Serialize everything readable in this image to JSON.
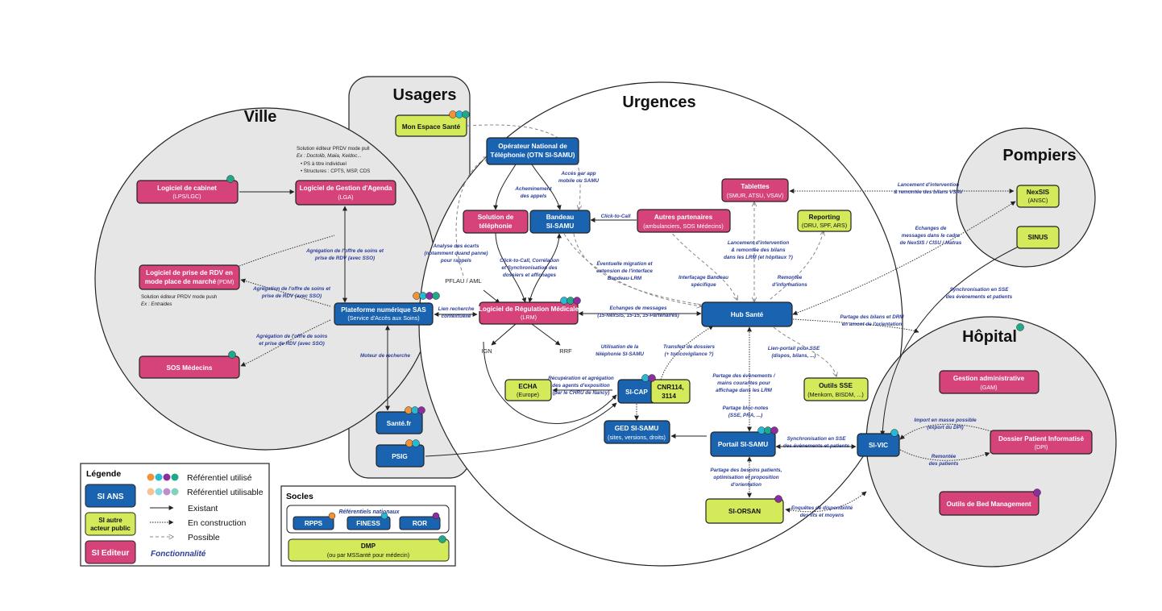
{
  "zones": {
    "ville": "Ville",
    "usagers": "Usagers",
    "urgences": "Urgences",
    "pompiers": "Pompiers",
    "hopital": "Hôpital"
  },
  "colors": {
    "ans": "#1a63b0",
    "public": "#d5ea5a",
    "editeur": "#d6437a",
    "zone_fill": "#e6e6e6",
    "fonction_text": "#2c3e99",
    "dot_orange": "#f0923a",
    "dot_teal": "#1fa98a",
    "dot_cyan": "#27b9d1",
    "dot_purple": "#8b2fa0"
  },
  "nodes": {
    "mon_espace_sante": {
      "title": "Mon Espace Santé"
    },
    "operateur": {
      "title": "Opérateur National de",
      "title2": "Téléphonie (OTN SI-SAMU)"
    },
    "logiciel_cabinet": {
      "title": "Logiciel de cabinet",
      "sub": "(LPS/LGC)"
    },
    "lga": {
      "title": "Logiciel de Gestion d'Agenda",
      "sub": "(LGA)"
    },
    "pdm": {
      "title": "Logiciel de prise de RDV en",
      "title2": "mode place de marché",
      "sub": "(PDM)"
    },
    "sos_medecins": {
      "title": "SOS Médecins"
    },
    "plateforme_sas": {
      "title": "Plateforme numérique SAS",
      "sub": "(Service d'Accès aux Soins)"
    },
    "sante_fr": {
      "title": "Santé.fr"
    },
    "psig": {
      "title": "PSIG"
    },
    "solution_telephonie": {
      "title": "Solution de",
      "title2": "téléphonie"
    },
    "bandeau": {
      "title": "Bandeau",
      "title2": "SI-SAMU"
    },
    "autres_partenaires": {
      "title": "Autres partenaires",
      "sub": "(ambulanciers, SOS Médecins)"
    },
    "lrm": {
      "title": "Logiciel de Régulation Médicale",
      "sub": "(LRM)"
    },
    "tablettes": {
      "title": "Tablettes",
      "sub": "(SMUR, ATSU, VSAV)"
    },
    "reporting": {
      "title": "Reporting",
      "sub": "(ORU, SPF, ARS)"
    },
    "hub_sante": {
      "title": "Hub Santé"
    },
    "echa": {
      "title": "ECHA",
      "sub": "(Europe)"
    },
    "si_cap": {
      "title": "SI-CAP"
    },
    "cnr": {
      "title": "CNR114,",
      "title2": "3114"
    },
    "ged": {
      "title": "GED SI-SAMU",
      "sub": "(sites, versions, droits)"
    },
    "portail": {
      "title": "Portail SI-SAMU"
    },
    "outils_sse": {
      "title": "Outils SSE",
      "sub": "(Menkorn, BISDM, ...)"
    },
    "si_orsan": {
      "title": "SI-ORSAN"
    },
    "si_vic": {
      "title": "SI-VIC"
    },
    "nexsis": {
      "title": "NexSIS",
      "sub": "(ANSC)"
    },
    "sinus": {
      "title": "SINUS"
    },
    "gam": {
      "title": "Gestion administrative",
      "sub": "(GAM)"
    },
    "dpi": {
      "title": "Dossier Patient Informatisé",
      "sub": "(DPI)"
    },
    "bed": {
      "title": "Outils de Bed Management"
    }
  },
  "plain_labels": {
    "pflau": "PFLAU / AML",
    "ign": "IGN",
    "rrf": "RRF"
  },
  "notes": {
    "lga_pull_1": "Solution éditeur PRDV mode pull",
    "lga_pull_2": "Ex : Doctolib, Maiia, Keldoc...",
    "lga_pull_3": "•   PS à titre individuel",
    "lga_pull_4": "•   Structures : CPTS, MSP,  CDS",
    "pdm_push_1": "Solution éditeur PRDV mode push",
    "pdm_push_2": "Ex : Entraides"
  },
  "flows": {
    "f1a": "Agrégation de l'offre de soins et",
    "f1b": "prise de RDV (avec SSO)",
    "f2a": "Agrégation de l'offre de soins et",
    "f2b": "prise de RDV (avec SSO)",
    "f3a": "Agrégation de l'offre de soins",
    "f3b": "et prise de RDV (avec SSO)",
    "f4": "Moteur de recherche",
    "f5a": "Lien recherche",
    "f5b": "contextuelle",
    "f6a": "Acheminement",
    "f6b": "des appels",
    "f7a": "Accès par app",
    "f7b": "mobile ou SAMU",
    "f8a": "Analyse des écarts",
    "f8b": "(notamment quand panne)",
    "f8c": "pour rappels",
    "f9a": "Click-to-Call, Corrélation",
    "f9b": "et Synchronisation des",
    "f9c": "dossiers et affichages",
    "f10": "Click-to-Call",
    "f11a": "Éventuelle migration et",
    "f11b": "extension de l'interface",
    "f11c": "Bandeau-LRM",
    "f12a": "Interfaçage Bandeau",
    "f12b": "spécifique",
    "f13a": "Echanges de messages",
    "f13b": "(15-NexSIS, 15-15, 15-Partenaires)",
    "f14a": "Lancement d'intervention",
    "f14b": "& remontée des bilans",
    "f14c": "dans les LRM (et hôpitaux ?)",
    "f15a": "Remontée",
    "f15b": "d'informations",
    "f16a": "Lancement d'intervention",
    "f16b": "& remontée des bilans VSAV",
    "f17a": "Echanges de",
    "f17b": "messages dans le cadre",
    "f17c": "de NexSIS / CISU / Matras",
    "f18a": "Synchronisation en SSE",
    "f18b": "des évènements et patients",
    "f19a": "Partage des bilans et DRM",
    "f19b": "en amont de l'orientation",
    "f20a": "Utilisation de la",
    "f20b": "téléphonie SI-SAMU",
    "f21a": "Transfert de dossiers",
    "f21b": "(+ toxicovigilance ?)",
    "f22a": "Récupération et agrégation",
    "f22b": "des agents d'exposition",
    "f22c": "(par le CHRU de Nancy)",
    "f23a": "Lien-portail pour SSE",
    "f23b": "(dispos, bilans, ...)",
    "f24a": "Partage des évènements /",
    "f24b": "mains courantes pour",
    "f24c": "affichage dans les LRM",
    "f25a": "Partage bloc-notes",
    "f25b": "(SSE, PRA, ...)",
    "f26a": "Synchronisation en SSE",
    "f26b": "des évènements et patients",
    "f27a": "Partage des besoins patients,",
    "f27b": "optimisation et proposition",
    "f27c": "d'orientation",
    "f28a": "Enquêtes de disponibilité",
    "f28b": "des lits et moyens",
    "f29a": "Import en masse possible",
    "f29b": "(export du DPI)",
    "f30a": "Remontée",
    "f30b": "des patients"
  },
  "legend": {
    "title": "Légende",
    "ans": "SI ANS",
    "public": "SI autre",
    "public2": "acteur public",
    "editeur": "SI Editeur",
    "ref_used": "Référentiel utilisé",
    "ref_usable": "Référentiel utilisable",
    "existant": "Existant",
    "construction": "En construction",
    "possible": "Possible",
    "fonction": "Fonctionnalité"
  },
  "socles": {
    "title": "Socles",
    "ref_nat": "Référentiels nationaux",
    "rpps": "RPPS",
    "finess": "FINESS",
    "ror": "ROR",
    "dmp": "DMP",
    "dmp_sub": "(ou par MSSanté pour médecin)"
  }
}
